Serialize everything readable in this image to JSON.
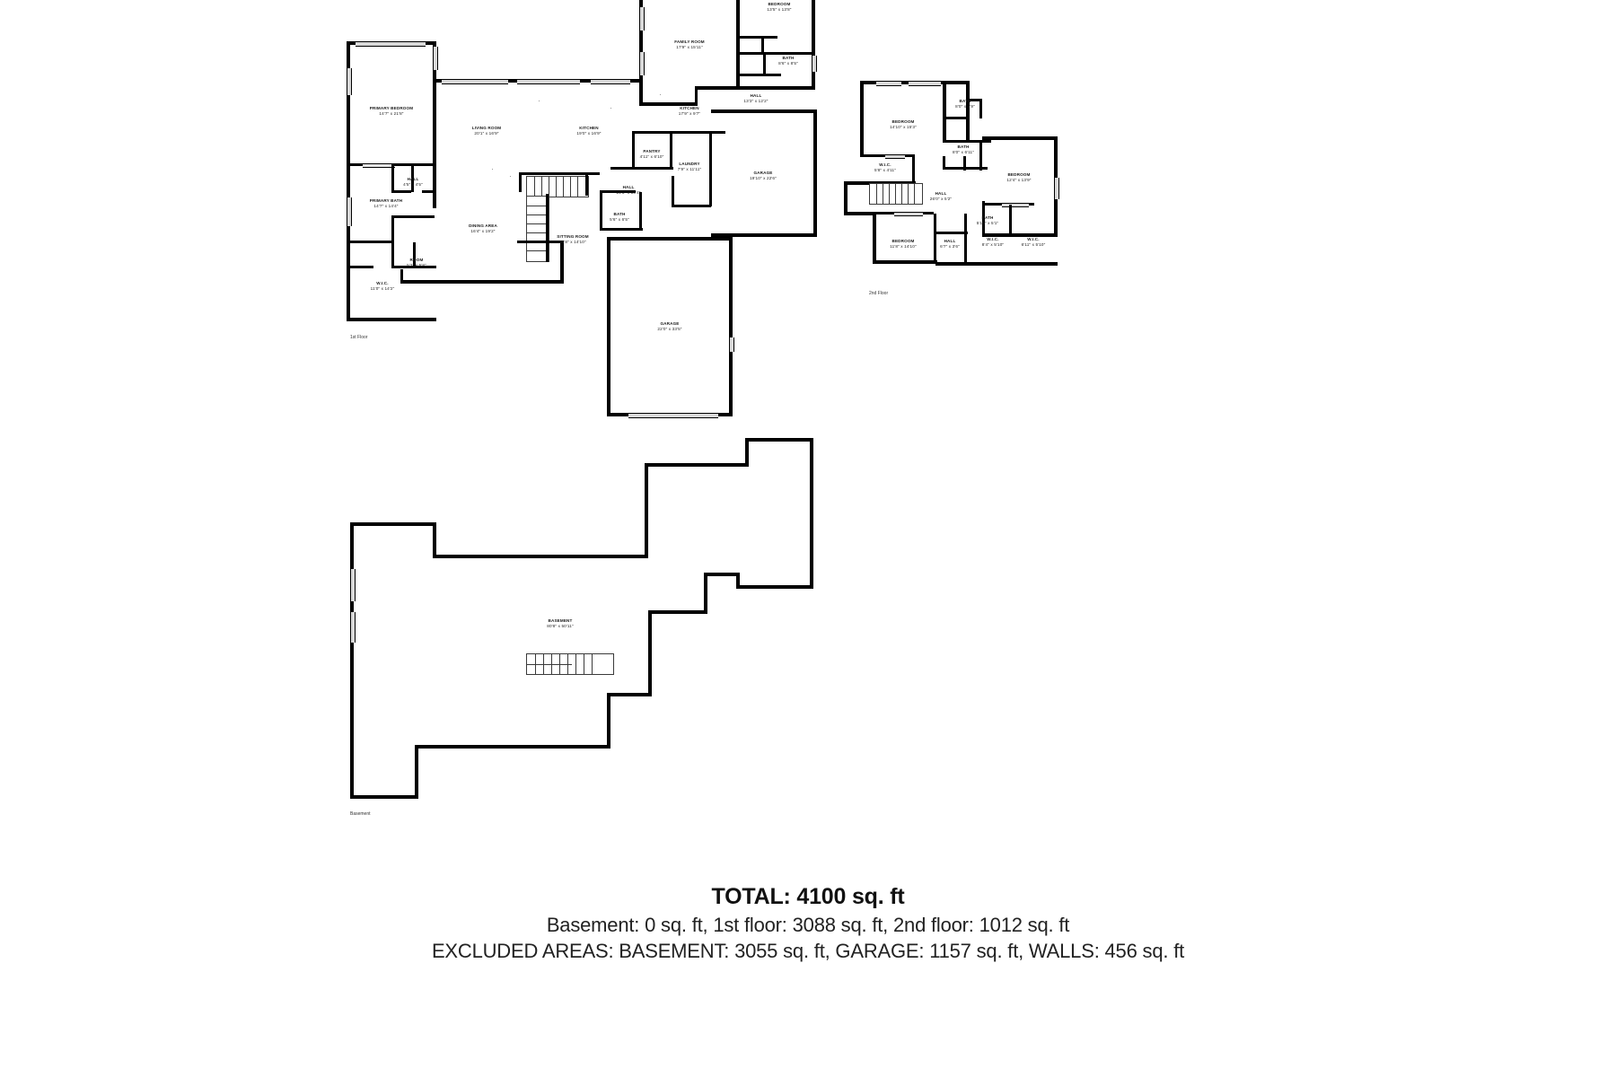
{
  "document": {
    "type": "floor-plan-sheet",
    "floors": [
      {
        "id": "first",
        "caption": "1st Floor",
        "rooms": [
          {
            "name": "PRIMARY BEDROOM",
            "dim": "14'7\" x 21'8\""
          },
          {
            "name": "HALL",
            "dim": "4'5\" x 4'5\""
          },
          {
            "name": "PRIMARY BATH",
            "dim": "14'7\" x 14'4\""
          },
          {
            "name": "ROOM",
            "dim": "5'3\" x 5'8\""
          },
          {
            "name": "W.I.C.",
            "dim": "11'0\" x 14'2\""
          },
          {
            "name": "LIVING ROOM",
            "dim": "20'1\" x 16'9\""
          },
          {
            "name": "DINING AREA",
            "dim": "16'4\" x 19'2\""
          },
          {
            "name": "SITTING ROOM",
            "dim": "11'8\" x 14'10\""
          },
          {
            "name": "KITCHEN",
            "dim": "19'0\" x 16'9\""
          },
          {
            "name": "FAMILY ROOM",
            "dim": "17'9\" x 15'11\""
          },
          {
            "name": "KITCHEN",
            "dim": "17'9\" x 9'7\""
          },
          {
            "name": "PANTRY",
            "dim": "4'11\" x 6'10\""
          },
          {
            "name": "LAUNDRY",
            "dim": "7'9\" x 11'11\""
          },
          {
            "name": "HALL",
            "dim": "15'3\" x 10'4\""
          },
          {
            "name": "BATH",
            "dim": "5'6\" x 6'5\""
          },
          {
            "name": "BEDROOM",
            "dim": "13'5\" x 13'8\""
          },
          {
            "name": "BATH",
            "dim": "8'6\" x 8'5\""
          },
          {
            "name": "HALL",
            "dim": "13'3\" x 12'2\""
          },
          {
            "name": "GARAGE",
            "dim": "19'10\" x 22'6\""
          },
          {
            "name": "GARAGE",
            "dim": "22'0\" x 33'5\""
          }
        ]
      },
      {
        "id": "second",
        "caption": "2nd Floor",
        "rooms": [
          {
            "name": "BEDROOM",
            "dim": "14'10\" x 15'3\""
          },
          {
            "name": "BATH",
            "dim": "8'0\" x 5'9\""
          },
          {
            "name": "BATH",
            "dim": "8'0\" x 6'11\""
          },
          {
            "name": "W.I.C.",
            "dim": "5'8\" x 4'11\""
          },
          {
            "name": "HALL",
            "dim": "26'0\" x 5'2\""
          },
          {
            "name": "BEDROOM",
            "dim": "12'4\" x 13'9\""
          },
          {
            "name": "BEDROOM",
            "dim": "11'8\" x 14'10\""
          },
          {
            "name": "HALL",
            "dim": "6'7\" x 3'6\""
          },
          {
            "name": "BATH",
            "dim": "5'10\" x 5'1\""
          },
          {
            "name": "W.I.C.",
            "dim": "8'4\" x 5'10\""
          },
          {
            "name": "W.I.C.",
            "dim": "6'11\" x 5'10\""
          }
        ]
      },
      {
        "id": "basement",
        "caption": "Basement",
        "rooms": [
          {
            "name": "BASEMENT",
            "dim": "80'8\" x 50'11\""
          }
        ]
      }
    ]
  },
  "summary": {
    "total": "TOTAL: 4100 sq. ft",
    "areas": "Basement: 0 sq. ft, 1st floor: 3088 sq. ft, 2nd floor: 1012 sq. ft",
    "excluded": "EXCLUDED AREAS: BASEMENT: 3055 sq. ft, GARAGE: 1157 sq. ft, WALLS: 456 sq. ft"
  },
  "colors": {
    "wall": "#000000",
    "window": "#d8d8d8",
    "text": "#1a1a1a",
    "background": "#ffffff"
  }
}
